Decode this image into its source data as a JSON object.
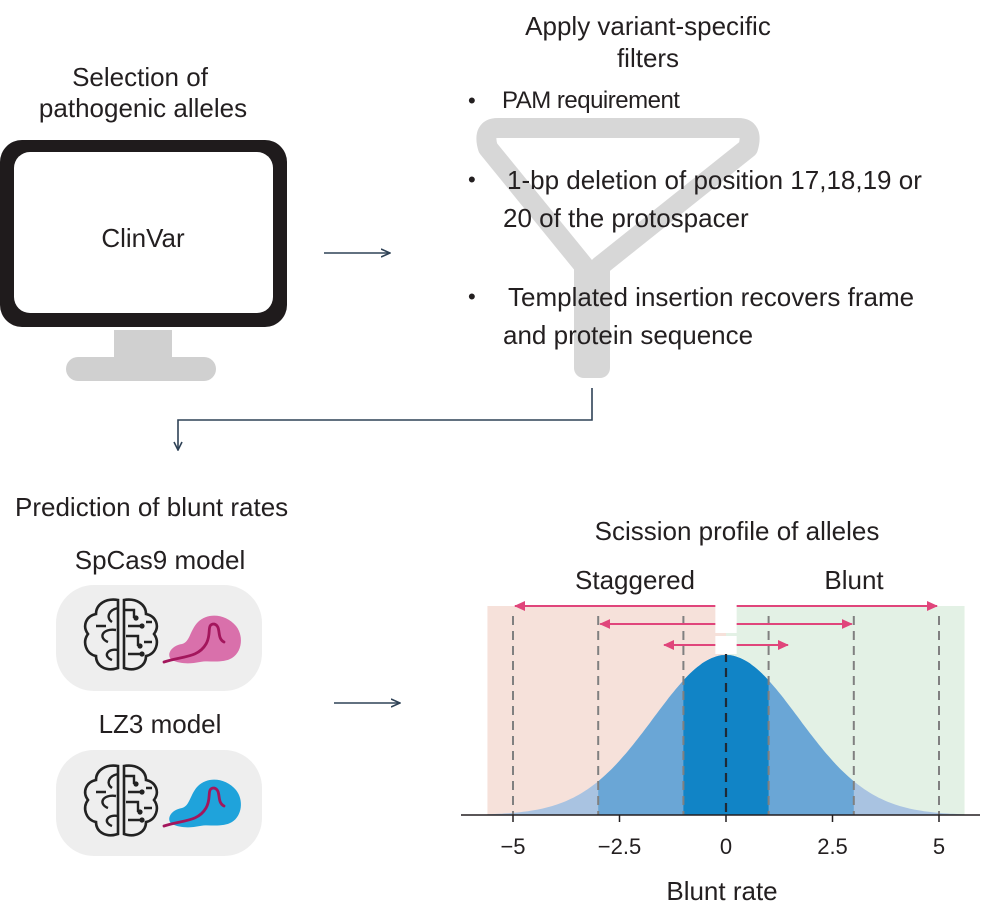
{
  "selection": {
    "title_line1": "Selection of",
    "title_line2": "pathogenic alleles",
    "screen_label": "ClinVar"
  },
  "filters": {
    "title_line1": "Apply variant-specific",
    "title_line2": "filters",
    "bullet_symbol": "•",
    "items": [
      {
        "line1": "PAM requirement",
        "line2": ""
      },
      {
        "line1": "1-bp deletion of position 17,18,19 or",
        "line2": "20 of the protospacer"
      },
      {
        "line1": "Templated insertion recovers frame",
        "line2": "and protein sequence"
      }
    ]
  },
  "prediction": {
    "title": "Prediction of blunt rates",
    "models": [
      {
        "label": "SpCas9 model",
        "protein_color": "#d970ab"
      },
      {
        "label": "LZ3 model",
        "protein_color": "#1fa3db"
      }
    ],
    "brain_icon": "brain-icon",
    "protein_icon": "cas-protein-icon"
  },
  "chart_data": {
    "type": "area",
    "title": "Scission profile of alleles",
    "xlabel": "Blunt rate",
    "ylabel": "",
    "region_labels": {
      "left": "Staggered",
      "right": "Blunt"
    },
    "xlim": [
      -5.6,
      5.6
    ],
    "xticks": [
      -5,
      -2.5,
      0,
      2.5,
      5
    ],
    "tick_labels": [
      "−5",
      "−2.5",
      "0",
      "2.5",
      "5"
    ],
    "distribution": {
      "shape": "normal",
      "mean": 0,
      "sd": 1.7
    },
    "dashed_lines": [
      -5,
      -3,
      -1,
      0,
      1,
      3,
      5
    ],
    "arrow_spans": [
      [
        -5,
        5
      ],
      [
        -3,
        3
      ],
      [
        -1.5,
        1.5
      ]
    ],
    "colors": {
      "staggered_bg": "#f6e1da",
      "blunt_bg": "#e3f1e5",
      "outer_fill": "#a9c3e1",
      "mid_fill": "#6aa6d6",
      "inner_fill": "#1184c6",
      "arrow": "#e0457b",
      "dashed": "#808080"
    }
  }
}
